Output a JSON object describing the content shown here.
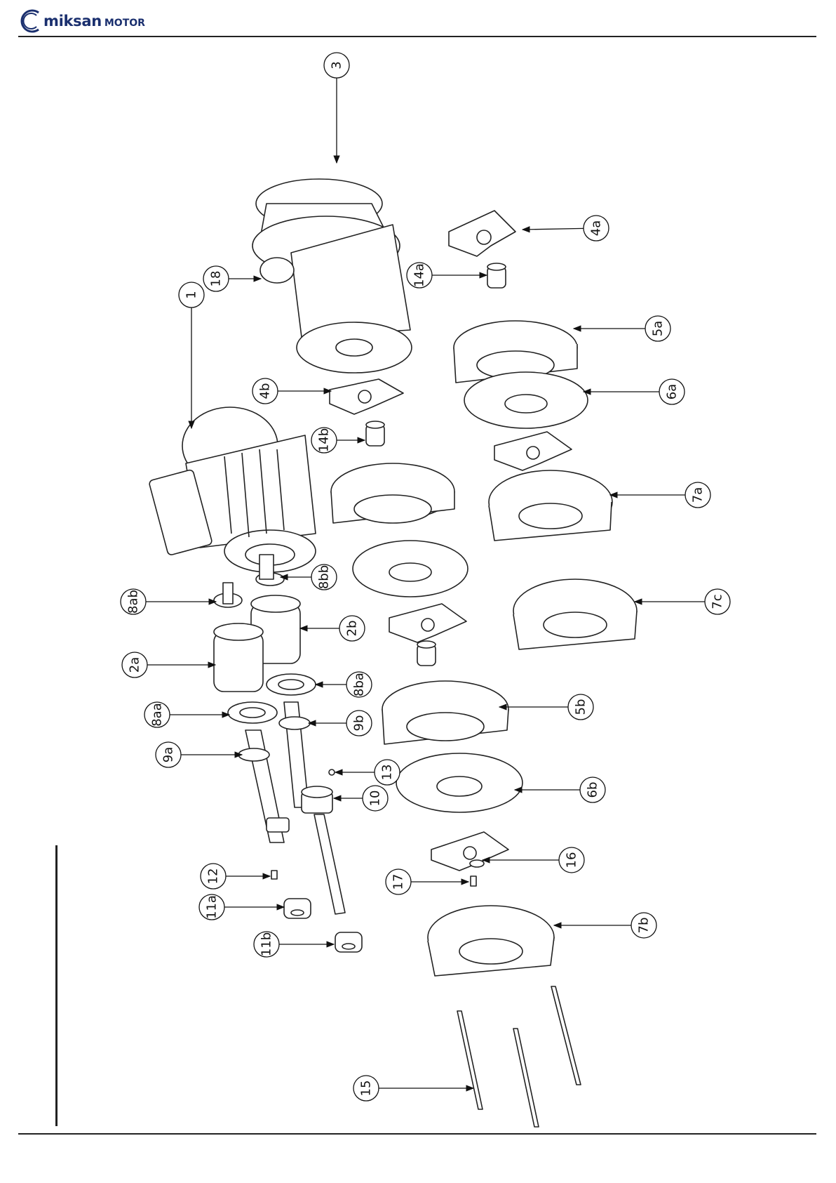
{
  "brand": {
    "logo_text": "miksan",
    "logo_suffix": "MOTOR",
    "color": "#1a2f6e"
  },
  "callouts": [
    {
      "id": "c3",
      "label": "3"
    },
    {
      "id": "c4a",
      "label": "4a"
    },
    {
      "id": "c18",
      "label": "18"
    },
    {
      "id": "c14a",
      "label": "14a"
    },
    {
      "id": "c1",
      "label": "1"
    },
    {
      "id": "c5a",
      "label": "5a"
    },
    {
      "id": "c4b",
      "label": "4b"
    },
    {
      "id": "c6a",
      "label": "6a"
    },
    {
      "id": "c14b",
      "label": "14b"
    },
    {
      "id": "c7a",
      "label": "7a"
    },
    {
      "id": "c8bb",
      "label": "8bb"
    },
    {
      "id": "c8ab",
      "label": "8ab"
    },
    {
      "id": "c7c",
      "label": "7c"
    },
    {
      "id": "c2b",
      "label": "2b"
    },
    {
      "id": "c2a",
      "label": "2a"
    },
    {
      "id": "c8ba",
      "label": "8ba"
    },
    {
      "id": "c5b",
      "label": "5b"
    },
    {
      "id": "c8aa",
      "label": "8aa"
    },
    {
      "id": "c9b",
      "label": "9b"
    },
    {
      "id": "c9a",
      "label": "9a"
    },
    {
      "id": "c13",
      "label": "13"
    },
    {
      "id": "c6b",
      "label": "6b"
    },
    {
      "id": "c10",
      "label": "10"
    },
    {
      "id": "c16",
      "label": "16"
    },
    {
      "id": "c12",
      "label": "12"
    },
    {
      "id": "c17",
      "label": "17"
    },
    {
      "id": "c11a",
      "label": "11a"
    },
    {
      "id": "c7b",
      "label": "7b"
    },
    {
      "id": "c11b",
      "label": "11b"
    },
    {
      "id": "c15",
      "label": "15"
    }
  ]
}
